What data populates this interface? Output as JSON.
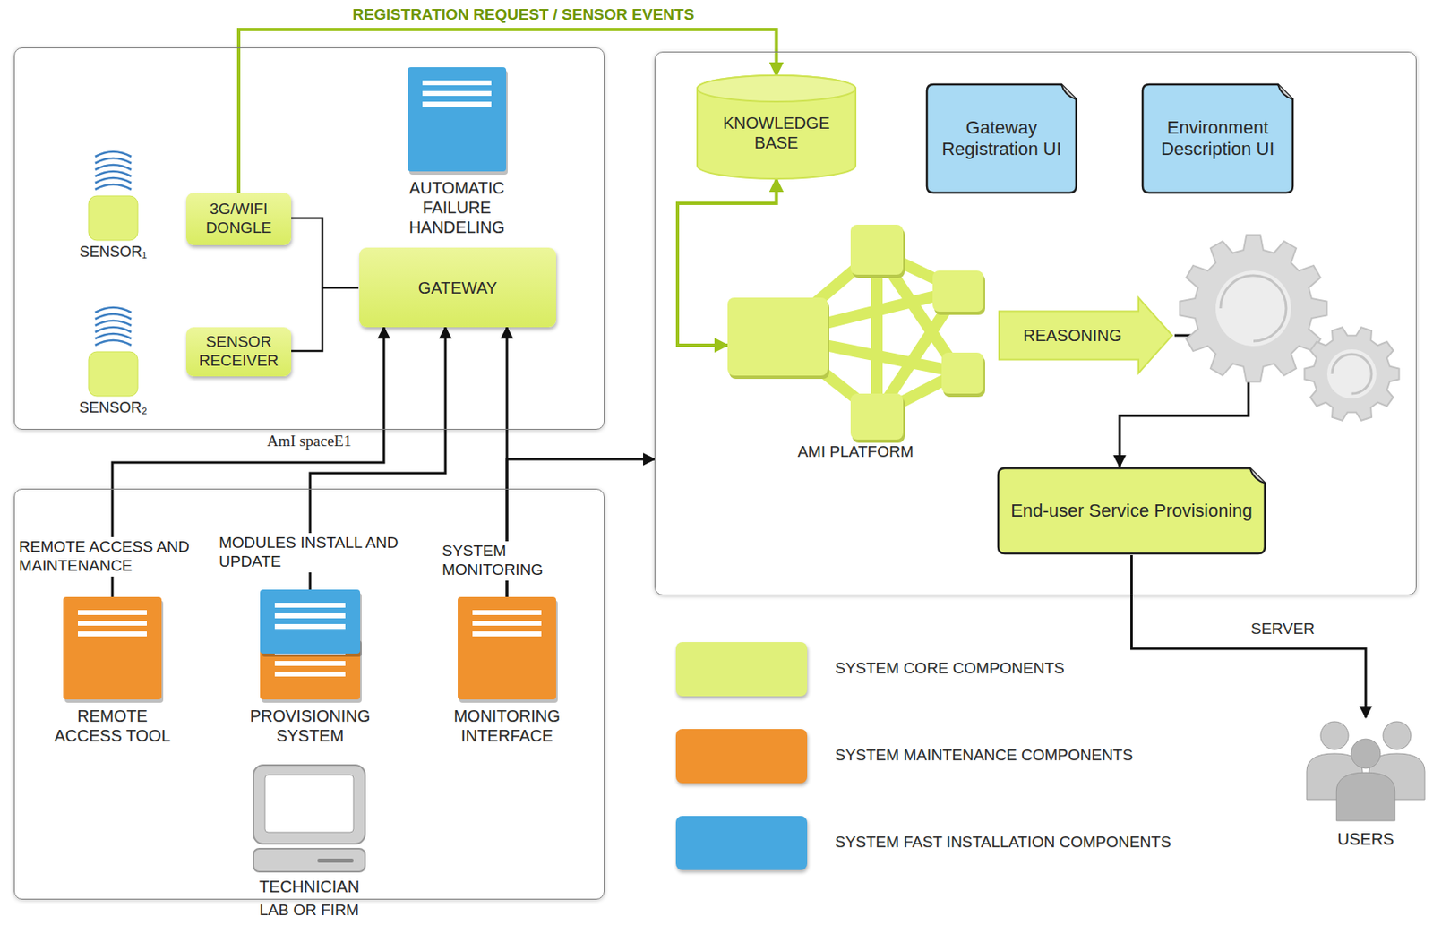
{
  "diagram": {
    "nodes": [
      {
        "text": [
          "AmI spaceE1"
        ]
      },
      {
        "text": [
          "SENSOR₁"
        ],
        "in": 0
      },
      {
        "text": [
          "3G/WIFI DONGLE"
        ],
        "in": 0
      },
      {
        "text": [
          "AUTOMATIC FAILURE HANDELING"
        ],
        "in": 0
      },
      {
        "text": [
          "GATEWAY"
        ],
        "in": 0
      },
      {
        "text": [
          "SENSOR₂"
        ],
        "in": 0
      },
      {
        "text": [
          "SENSOR RECEIVER"
        ],
        "in": 0
      },
      {
        "text": [
          "LAB OR FIRM"
        ]
      },
      {
        "text": [
          "REMOTE ACCESS TOOL"
        ],
        "in": 7
      },
      {
        "text": [
          "PROVISIONING SYSTEM"
        ],
        "in": 7
      },
      {
        "text": [
          "MONITORING INTERFACE"
        ],
        "in": 7
      },
      {
        "text": [
          "TECHNICIAN"
        ],
        "in": 7
      },
      {
        "text": [
          "SERVER"
        ]
      },
      {
        "text": [
          "KNOWLEDGE BASE"
        ],
        "in": 12
      },
      {
        "text": [
          "Gateway Registration UI"
        ],
        "in": 12
      },
      {
        "text": [
          "Environment Description UI"
        ],
        "in": 12
      },
      {
        "text": [
          "AMI PLATFORM"
        ],
        "in": 12
      },
      {
        "text": [
          "REASONING"
        ],
        "in": 12
      },
      {
        "text": [
          "End-user Service Provisioning"
        ],
        "in": 12
      },
      {
        "text": [
          "USERS"
        ]
      }
    ],
    "edges": [
      {
        "from": 2,
        "to": 13,
        "arrow": "to",
        "label": "REGISTRATION REQUEST / SENSOR EVENTS"
      },
      {
        "from": 13,
        "to": 16,
        "arrow": "both"
      },
      {
        "from": 8,
        "to": 4,
        "arrow": "to",
        "label": "REMOTE ACCESS AND MAINTENANCE"
      },
      {
        "from": 9,
        "to": 4,
        "arrow": "to",
        "label": "MODULES INSTALL AND UPDATE"
      },
      {
        "from": 10,
        "to": 4,
        "arrow": "to",
        "label": "SYSTEM MONITORING"
      },
      {
        "from": 10,
        "to": 12,
        "arrow": "to"
      },
      {
        "from": 17,
        "to": 18,
        "arrow": "to"
      },
      {
        "from": 18,
        "to": 19,
        "arrow": "to"
      }
    ],
    "legend": [
      {
        "text": "SYSTEM CORE COMPONENTS",
        "color": "#e0f07a"
      },
      {
        "text": "SYSTEM MAINTENANCE COMPONENTS",
        "color": "#f0922e"
      },
      {
        "text": "SYSTEM FAST INSTALLATION COMPONENTS",
        "color": "#47a8e0"
      }
    ]
  }
}
